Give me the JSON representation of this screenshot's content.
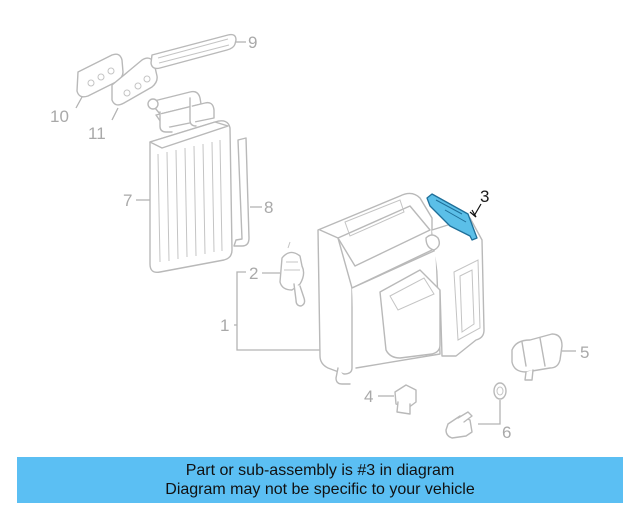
{
  "callouts": {
    "c1": "1",
    "c2": "2",
    "c3": "3",
    "c4": "4",
    "c5": "5",
    "c6": "6",
    "c7": "7",
    "c8": "8",
    "c9": "9",
    "c10": "10",
    "c11": "11"
  },
  "highlighted_part": "3",
  "colors": {
    "highlight_fill": "#5bbfe8",
    "banner_background": "#5bbff3",
    "line_art": "#b9b9b9"
  },
  "banner": {
    "line1": "Part or sub-assembly is #3 in diagram",
    "line2": "Diagram may not be specific to your vehicle"
  }
}
